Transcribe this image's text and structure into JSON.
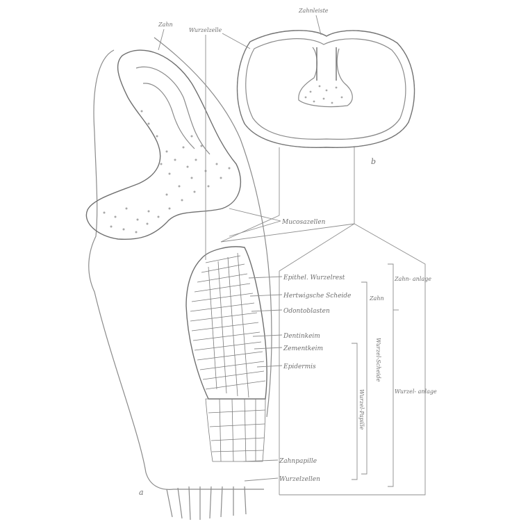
{
  "figure": {
    "top_labels": {
      "label_a": "Zahn",
      "label_b": "Wurzelzelle",
      "label_c": "Zahnleiste"
    },
    "panel_marks": {
      "a": "a",
      "b": "b"
    },
    "labels": [
      "Mucosazellen",
      "Epithel. Wurzelrest",
      "Hertwigsche Scheide",
      "Odontoblasten",
      "Dentinkeim",
      "Zementkeim",
      "Epidermis",
      "Zahnpapille",
      "Wurzelzellen"
    ],
    "brackets": {
      "outer_top": "Zahn- anlage",
      "outer_bottom": "Wurzel- anlage",
      "inner_a": "Zahn",
      "inner_b": "Wurzel-Scheide",
      "inner_c": "Wurzel-Papille"
    }
  },
  "colors": {
    "ink": "#6f6f6f",
    "background": "#ffffff"
  }
}
